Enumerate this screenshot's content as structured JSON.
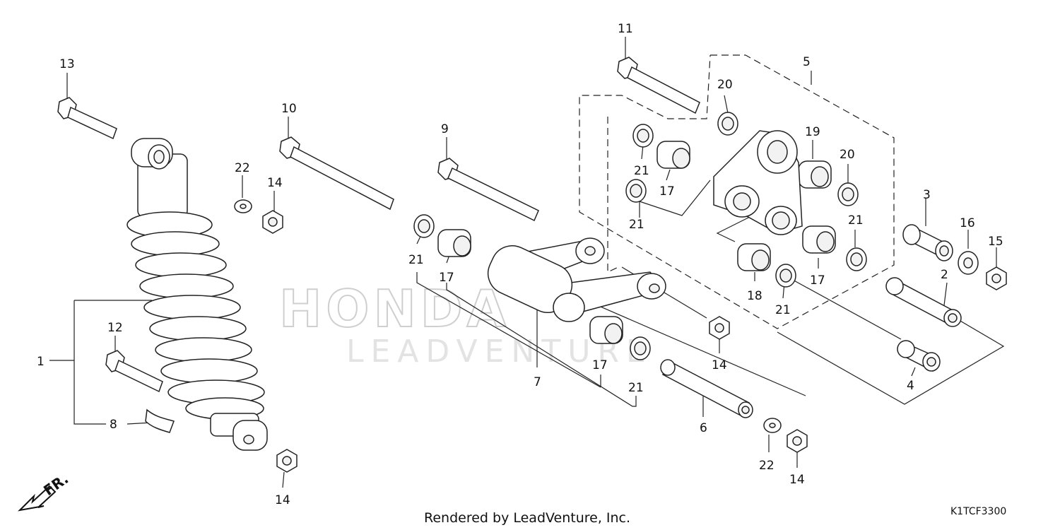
{
  "diagram": {
    "footer": "Rendered by LeadVenture, Inc.",
    "code": "K1TCF3300",
    "watermark_logo": "HONDA",
    "watermark_text": "LEADVENTURE",
    "direction_label": "FR.",
    "callouts": {
      "c1": "1",
      "c2": "2",
      "c3": "3",
      "c4": "4",
      "c5": "5",
      "c6": "6",
      "c7": "7",
      "c8": "8",
      "c9": "9",
      "c10": "10",
      "c11": "11",
      "c12": "12",
      "c13": "13",
      "c14a": "14",
      "c14b": "14",
      "c14c": "14",
      "c14d": "14",
      "c15": "15",
      "c16": "16",
      "c17a": "17",
      "c17b": "17",
      "c17c": "17",
      "c17d": "17",
      "c18": "18",
      "c19": "19",
      "c20a": "20",
      "c20b": "20",
      "c21a": "21",
      "c21b": "21",
      "c21c": "21",
      "c21d": "21",
      "c21e": "21",
      "c21f": "21",
      "c22a": "22",
      "c22b": "22"
    }
  }
}
